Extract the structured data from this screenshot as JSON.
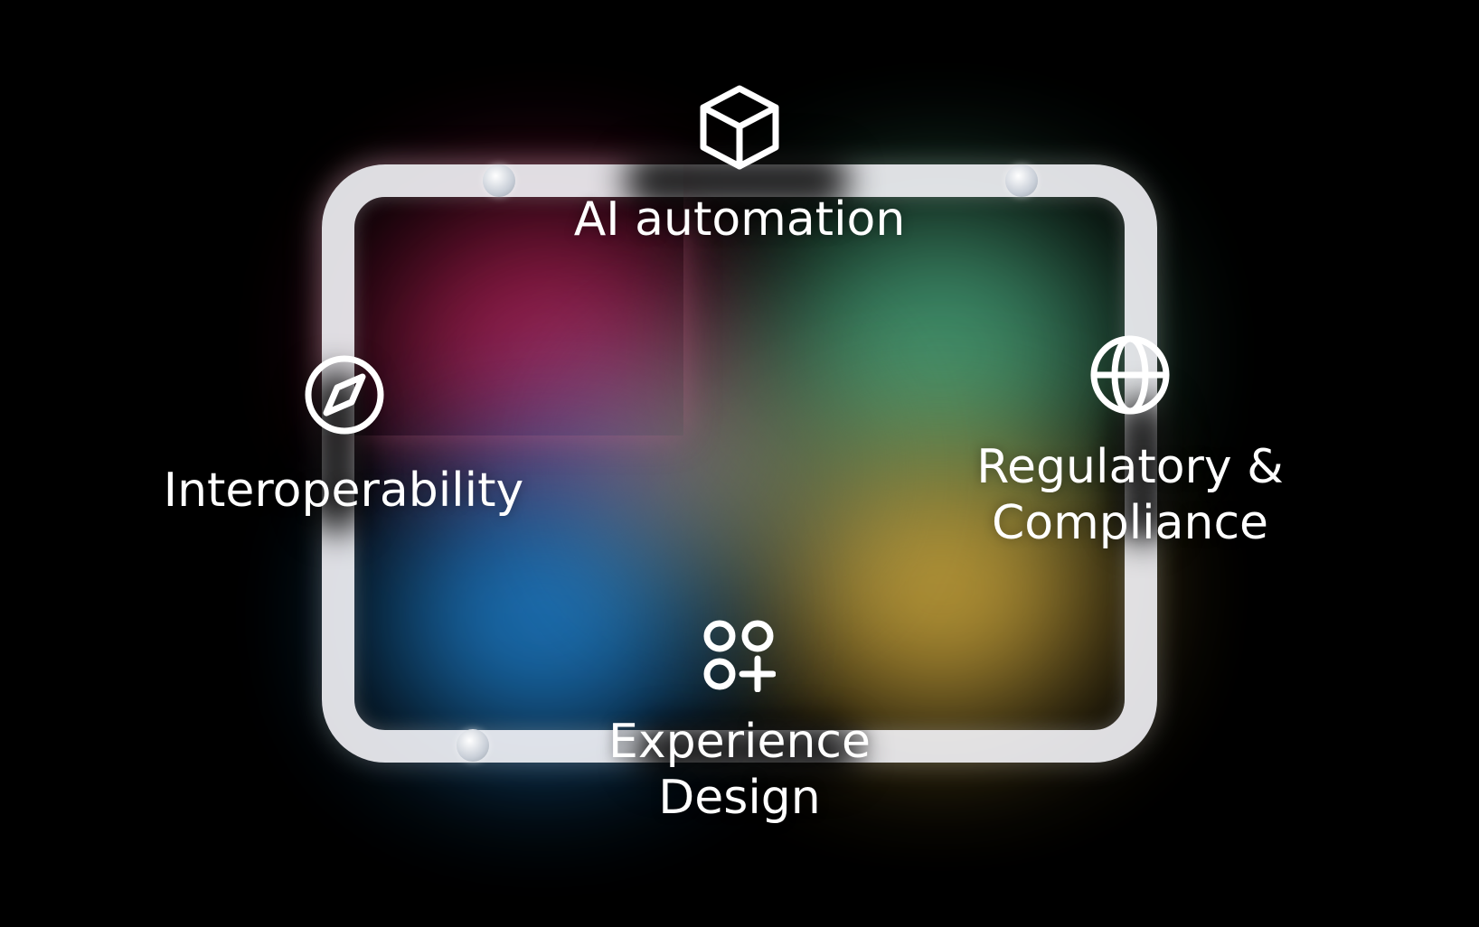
{
  "nodes": {
    "top": {
      "label_lines": [
        "AI automation"
      ],
      "icon": "cube-icon"
    },
    "left": {
      "label_lines": [
        "Interoperability"
      ],
      "icon": "compass-icon"
    },
    "right": {
      "label_lines": [
        "Regulatory &",
        "Compliance"
      ],
      "icon": "globe-icon"
    },
    "bottom": {
      "label_lines": [
        "Experience",
        "Design"
      ],
      "icon": "circles-plus-icon"
    }
  },
  "colors": {
    "background": "#000000",
    "frame": "#f5f5fa",
    "text": "#ffffff",
    "glow_red": "#b21d4f",
    "glow_green": "#4fb386",
    "glow_yellow": "#d8b040",
    "glow_blue": "#1d7dc9"
  }
}
